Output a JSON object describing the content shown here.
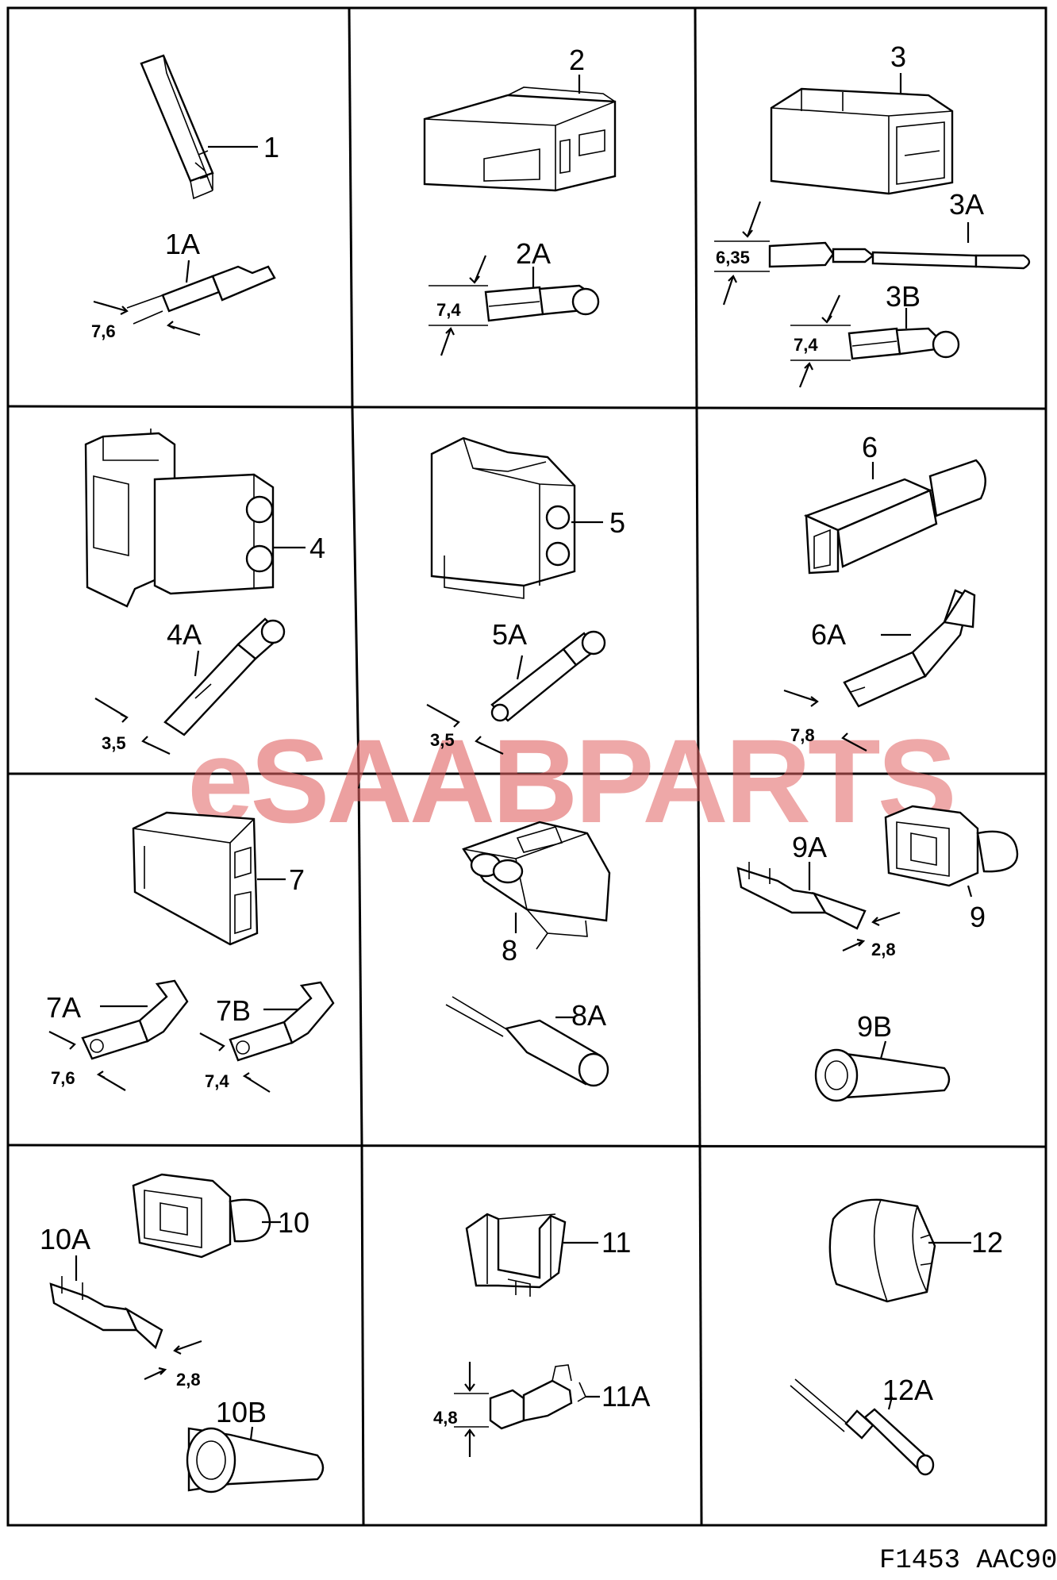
{
  "panels": [
    {
      "part": "1",
      "sub": [
        "1A"
      ],
      "dims": [
        "7,6"
      ]
    },
    {
      "part": "2",
      "sub": [
        "2A"
      ],
      "dims": [
        "7,4"
      ]
    },
    {
      "part": "3",
      "sub": [
        "3A",
        "3B"
      ],
      "dims": [
        "6,35",
        "7,4"
      ]
    },
    {
      "part": "4",
      "sub": [
        "4A"
      ],
      "dims": [
        "3,5"
      ]
    },
    {
      "part": "5",
      "sub": [
        "5A"
      ],
      "dims": [
        "3,5"
      ]
    },
    {
      "part": "6",
      "sub": [
        "6A"
      ],
      "dims": [
        "7,8"
      ]
    },
    {
      "part": "7",
      "sub": [
        "7A",
        "7B"
      ],
      "dims": [
        "7,6",
        "7,4"
      ]
    },
    {
      "part": "8",
      "sub": [
        "8A"
      ],
      "dims": []
    },
    {
      "part": "9",
      "sub": [
        "9A",
        "9B"
      ],
      "dims": [
        "2,8"
      ]
    },
    {
      "part": "10",
      "sub": [
        "10A",
        "10B"
      ],
      "dims": [
        "2,8"
      ]
    },
    {
      "part": "11",
      "sub": [
        "11A"
      ],
      "dims": [
        "4,8"
      ]
    },
    {
      "part": "12",
      "sub": [
        "12A"
      ],
      "dims": []
    }
  ],
  "watermark": {
    "prefix": "e",
    "mid": "SAAB",
    "suffix": "PARTS"
  },
  "footer": "F1453 AAC90"
}
